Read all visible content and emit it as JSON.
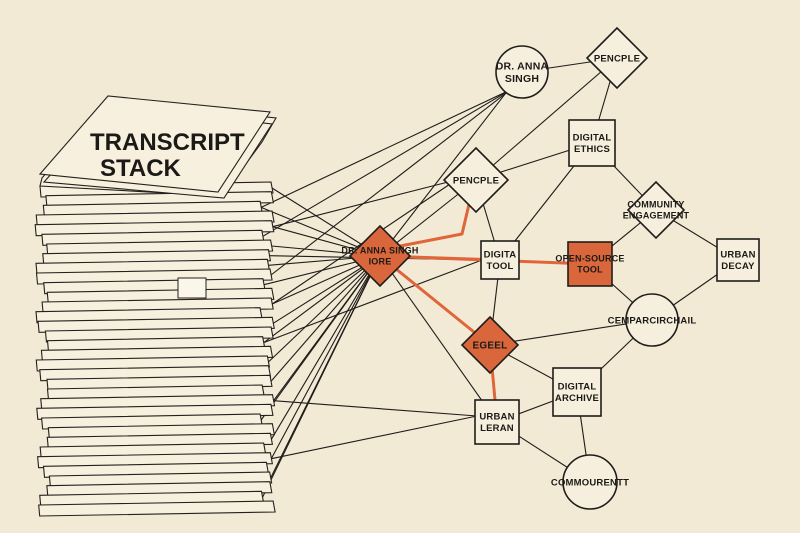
{
  "stack": {
    "title_line1": "TRANSCRIPT",
    "title_line2": "STACK"
  },
  "colors": {
    "background": "#f3ead6",
    "ink": "#1f1d1a",
    "highlight": "#d9673b",
    "highlight_edge": "#e0663a"
  },
  "nodes": [
    {
      "id": "anna_top",
      "shape": "circle",
      "lines": [
        "DR. ANNA",
        "SINGH"
      ],
      "highlight": false
    },
    {
      "id": "pencple_top",
      "shape": "diamond",
      "lines": [
        "PENCPLE"
      ],
      "highlight": false
    },
    {
      "id": "digital_ethics",
      "shape": "square",
      "lines": [
        "DIGITAL",
        "ETHICS"
      ],
      "highlight": false
    },
    {
      "id": "pencple_mid",
      "shape": "diamond",
      "lines": [
        "PENCPLE"
      ],
      "highlight": false
    },
    {
      "id": "anna_hub",
      "shape": "diamond",
      "lines": [
        "DR. ANNA SINGH",
        "IORE"
      ],
      "highlight": true
    },
    {
      "id": "digita_tool",
      "shape": "square",
      "lines": [
        "DIGITA",
        "TOOL"
      ],
      "highlight": false
    },
    {
      "id": "open_source",
      "shape": "square",
      "lines": [
        "OPEN-SOURCE",
        "TOOL"
      ],
      "highlight": true
    },
    {
      "id": "community",
      "shape": "diamond",
      "lines": [
        "COMMUNITY",
        "ENGAGEMENT"
      ],
      "highlight": false
    },
    {
      "id": "urban_decay",
      "shape": "square",
      "lines": [
        "URBAN",
        "DECAY"
      ],
      "highlight": false
    },
    {
      "id": "cempar",
      "shape": "circle",
      "lines": [
        "CEMPARCIRCHAIL"
      ],
      "highlight": false
    },
    {
      "id": "egeel",
      "shape": "diamond",
      "lines": [
        "EGEEL"
      ],
      "highlight": true
    },
    {
      "id": "digital_archive",
      "shape": "square",
      "lines": [
        "DIGITAL",
        "ARCHIVE"
      ],
      "highlight": false
    },
    {
      "id": "urban_leran",
      "shape": "square",
      "lines": [
        "URBAN",
        "LERAN"
      ],
      "highlight": false
    },
    {
      "id": "commourentt",
      "shape": "circle",
      "lines": [
        "COMMOURENTT"
      ],
      "highlight": false
    }
  ],
  "edges": [
    [
      "anna_top",
      "pencple_top"
    ],
    [
      "pencple_top",
      "digital_ethics"
    ],
    [
      "pencple_top",
      "pencple_mid"
    ],
    [
      "anna_top",
      "anna_hub"
    ],
    [
      "digital_ethics",
      "pencple_mid"
    ],
    [
      "digital_ethics",
      "community"
    ],
    [
      "pencple_mid",
      "digita_tool"
    ],
    [
      "anna_hub",
      "digita_tool"
    ],
    [
      "digita_tool",
      "open_source"
    ],
    [
      "digita_tool",
      "egeel"
    ],
    [
      "open_source",
      "community"
    ],
    [
      "community",
      "urban_decay"
    ],
    [
      "open_source",
      "cempar"
    ],
    [
      "cempar",
      "urban_decay"
    ],
    [
      "cempar",
      "egeel"
    ],
    [
      "cempar",
      "digital_archive"
    ],
    [
      "egeel",
      "digital_archive"
    ],
    [
      "egeel",
      "urban_leran"
    ],
    [
      "anna_hub",
      "urban_leran"
    ],
    [
      "digital_archive",
      "urban_leran"
    ],
    [
      "digital_archive",
      "commourentt"
    ],
    [
      "urban_leran",
      "commourentt"
    ],
    [
      "anna_hub",
      "egeel"
    ],
    [
      "anna_hub",
      "pencple_mid"
    ],
    [
      "anna_hub",
      "open_source"
    ],
    [
      "digital_ethics",
      "digita_tool"
    ]
  ],
  "highlight_paths": [
    [
      "anna_hub",
      "digita_tool"
    ],
    [
      "anna_hub",
      "open_source"
    ],
    [
      "anna_hub",
      "pencple_mid"
    ],
    [
      "anna_hub",
      "egeel"
    ],
    [
      "egeel",
      "urban_leran"
    ]
  ]
}
